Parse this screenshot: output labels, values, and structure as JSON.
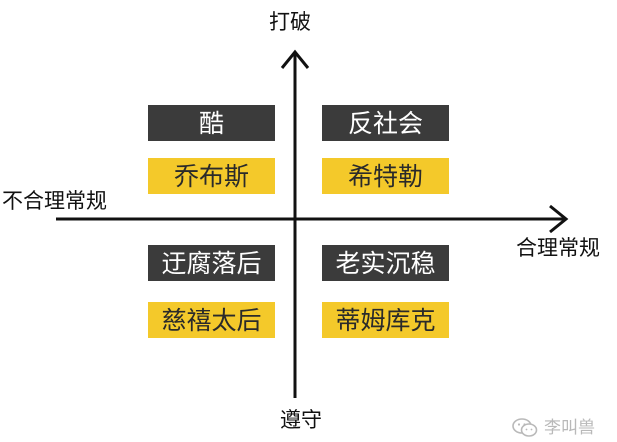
{
  "axes": {
    "top": "打破",
    "bottom": "遵守",
    "left": "不合理常规",
    "right": "合理常规"
  },
  "quadrants": {
    "top_left": {
      "trait": "酷",
      "person": "乔布斯"
    },
    "top_right": {
      "trait": "反社会",
      "person": "希特勒"
    },
    "bottom_left": {
      "trait": "迂腐落后",
      "person": "慈禧太后"
    },
    "bottom_right": {
      "trait": "老实沉稳",
      "person": "蒂姆库克"
    }
  },
  "watermark": {
    "text": "李叫兽",
    "icon": "wechat-icon"
  },
  "colors": {
    "dark_box": "#3b3b3b",
    "yellow_box": "#f4c92a",
    "axis": "#111111"
  }
}
